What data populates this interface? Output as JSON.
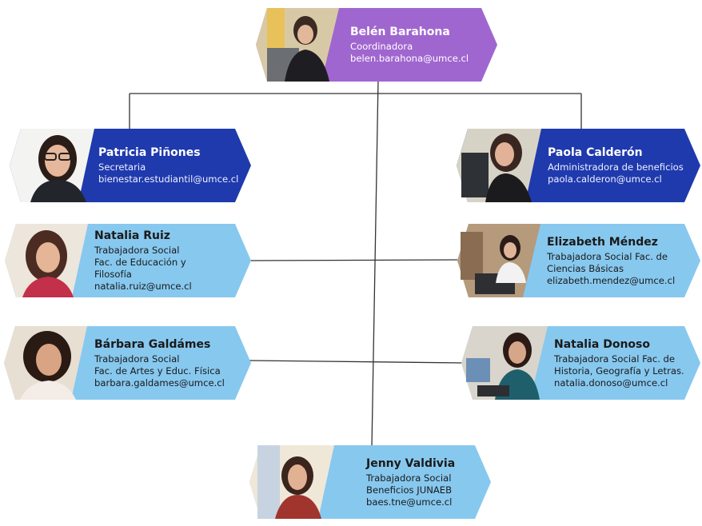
{
  "colors": {
    "purple": "#a066cf",
    "dark_blue": "#1f3aad",
    "light_blue": "#87c8ef",
    "connector": "#333333"
  },
  "members": {
    "belen": {
      "name": "Belén Barahona",
      "lines": [
        "Coordinadora",
        "belen.barahona@umce.cl"
      ]
    },
    "patricia": {
      "name": "Patricia Piñones",
      "lines": [
        "Secretaria",
        "bienestar.estudiantil@umce.cl"
      ]
    },
    "paola": {
      "name": "Paola Calderón",
      "lines": [
        "Administradora de beneficios",
        "paola.calderon@umce.cl"
      ]
    },
    "natalia_ruiz": {
      "name": "Natalia Ruiz",
      "lines": [
        "Trabajadora Social",
        "Fac. de Educación y",
        "Filosofía",
        "natalia.ruiz@umce.cl"
      ]
    },
    "elizabeth": {
      "name": "Elizabeth Méndez",
      "lines": [
        "Trabajadora Social Fac. de",
        "Ciencias Básicas",
        "elizabeth.mendez@umce.cl"
      ]
    },
    "barbara": {
      "name": "Bárbara Galdámes",
      "lines": [
        "Trabajadora Social",
        "Fac. de Artes y Educ. Física",
        "barbara.galdames@umce.cl"
      ]
    },
    "natalia_donoso": {
      "name": "Natalia Donoso",
      "lines": [
        "Trabajadora Social Fac. de",
        "Historia, Geografía y Letras.",
        "natalia.donoso@umce.cl"
      ]
    },
    "jenny": {
      "name": "Jenny Valdivia",
      "lines": [
        "Trabajadora Social",
        "Beneficios JUNAEB",
        "baes.tne@umce.cl"
      ]
    }
  }
}
